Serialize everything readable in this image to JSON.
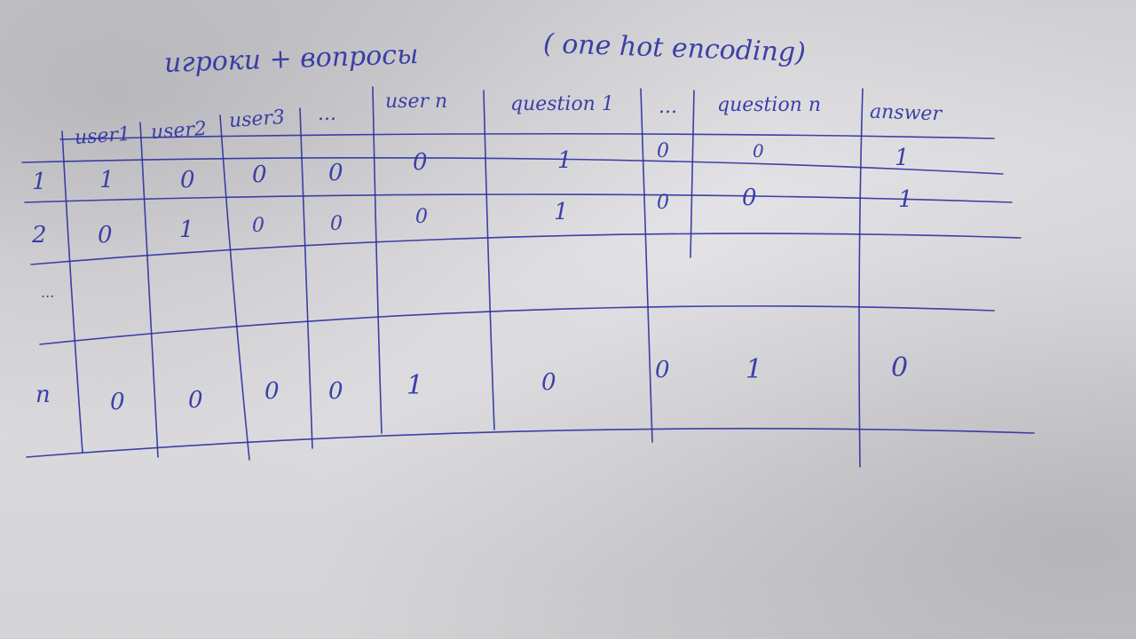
{
  "title": {
    "left": "игроки + вопросы",
    "right": "( one hot encoding)"
  },
  "headers": [
    "user1",
    "user2",
    "user3",
    "...",
    "user n",
    "question 1",
    "...",
    "question n",
    "answer"
  ],
  "rows": [
    {
      "label": "1",
      "cells": [
        "1",
        "0",
        "0",
        "0",
        "0",
        "1",
        "0",
        "0",
        "1"
      ]
    },
    {
      "label": "2",
      "cells": [
        "0",
        "1",
        "0",
        "0",
        "0",
        "1",
        "0",
        "0",
        "1"
      ]
    },
    {
      "label": "...",
      "cells": [
        "",
        "",
        "",
        "",
        "",
        "",
        "",
        "",
        ""
      ]
    },
    {
      "label": "n",
      "cells": [
        "0",
        "0",
        "0",
        "0",
        "1",
        "0",
        "0",
        "1",
        "0"
      ]
    }
  ],
  "colors": {
    "ink": "#2f33a3",
    "paper": "#d7d7d9"
  }
}
